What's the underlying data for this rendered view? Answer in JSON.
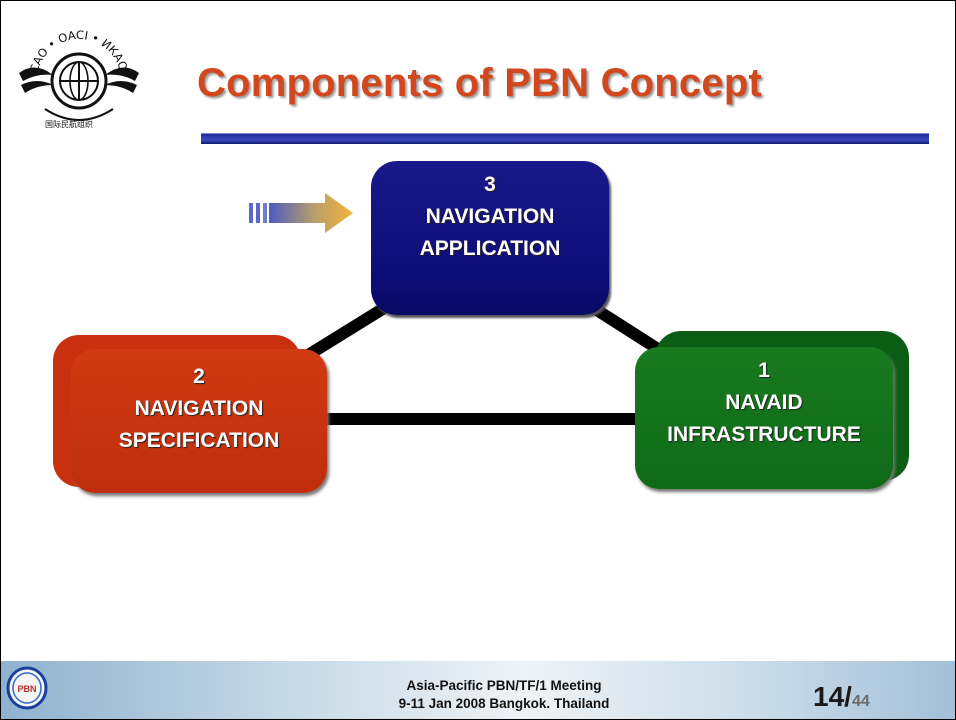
{
  "logo": {
    "icon": "icao-emblem-icon",
    "ring_text": "ICAO • OACI • ИКАО"
  },
  "title": "Components of PBN Concept",
  "arrow_icon": "right-arrow-icon",
  "components": {
    "application": {
      "number": "3",
      "line1": "NAVIGATION",
      "line2": "APPLICATION",
      "color": "#0d0d7a"
    },
    "specification": {
      "number": "2",
      "line1": "NAVIGATION",
      "line2": "SPECIFICATION",
      "color": "#c9300e"
    },
    "infrastructure": {
      "number": "1",
      "line1": "NAVAID",
      "line2": "INFRASTRUCTURE",
      "color": "#0f6a18"
    }
  },
  "footer": {
    "logo_icon": "pbn-logo-icon",
    "pbn_label": "PBN",
    "meeting": "Asia-Pacific PBN/TF/1 Meeting",
    "dates": "9-11 Jan 2008  Bangkok. Thailand",
    "page_current": "14/",
    "page_total": "44"
  },
  "colors": {
    "title": "#d2481e",
    "rule": "#1d2a9a"
  }
}
